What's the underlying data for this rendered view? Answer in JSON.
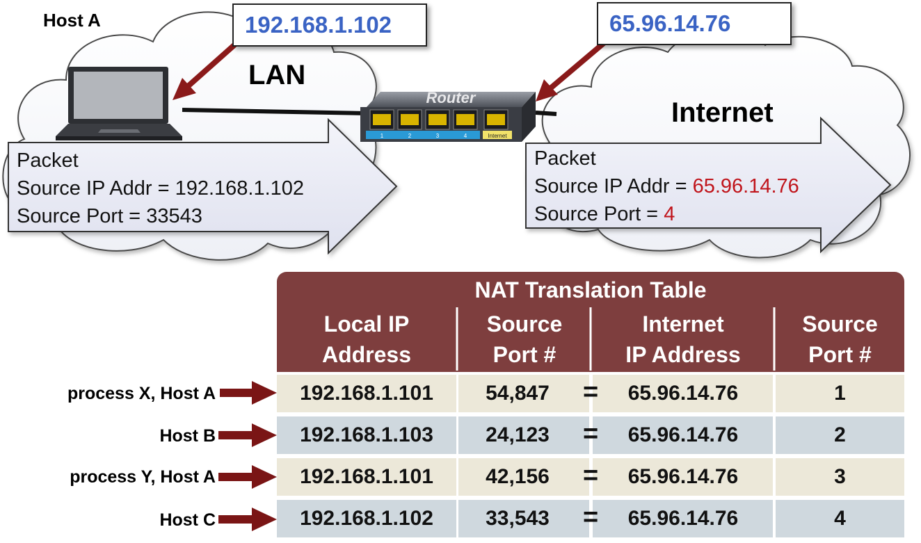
{
  "top": {
    "host_a_label": "Host A",
    "lan_label": "LAN",
    "internet_label": "Internet",
    "router_label": "Router",
    "host_ip": "192.168.1.102",
    "router_ip": "65.96.14.76",
    "router_ports": [
      "1",
      "2",
      "3",
      "4"
    ],
    "router_internet_port": "Internet"
  },
  "lan_packet": {
    "title": "Packet",
    "ip_prefix": "Source IP Addr = ",
    "ip_value": "192.168.1.102",
    "port_prefix": "Source Port = ",
    "port_value": "33543"
  },
  "internet_packet": {
    "title": "Packet",
    "ip_prefix": "Source IP Addr = ",
    "ip_value": "65.96.14.76",
    "port_prefix": "Source Port = ",
    "port_value": "4"
  },
  "nat_table": {
    "title": "NAT Translation Table",
    "headers": [
      [
        "Local IP",
        "Address"
      ],
      [
        "Source",
        "Port #"
      ],
      [
        "Internet",
        "IP Address"
      ],
      [
        "Source",
        "Port #"
      ]
    ],
    "equals": "=",
    "rows": [
      {
        "label": "process X, Host A",
        "local_ip": "192.168.1.101",
        "local_port": "54,847",
        "internet_ip": "65.96.14.76",
        "internet_port": "1"
      },
      {
        "label": "Host B",
        "local_ip": "192.168.1.103",
        "local_port": "24,123",
        "internet_ip": "65.96.14.76",
        "internet_port": "2"
      },
      {
        "label": "process Y, Host A",
        "local_ip": "192.168.1.101",
        "local_port": "42,156",
        "internet_ip": "65.96.14.76",
        "internet_port": "3"
      },
      {
        "label": "Host C",
        "local_ip": "192.168.1.102",
        "local_port": "33,543",
        "internet_ip": "65.96.14.76",
        "internet_port": "4"
      }
    ]
  },
  "colors": {
    "header_bg": "#7e3e3e",
    "row_odd": "#ece8d9",
    "row_even": "#cfd8de",
    "arrow": "#7a1515",
    "packet_fill": "#e9eaf6",
    "ip_text": "#3a63c4",
    "highlight_red": "#c0141b"
  }
}
